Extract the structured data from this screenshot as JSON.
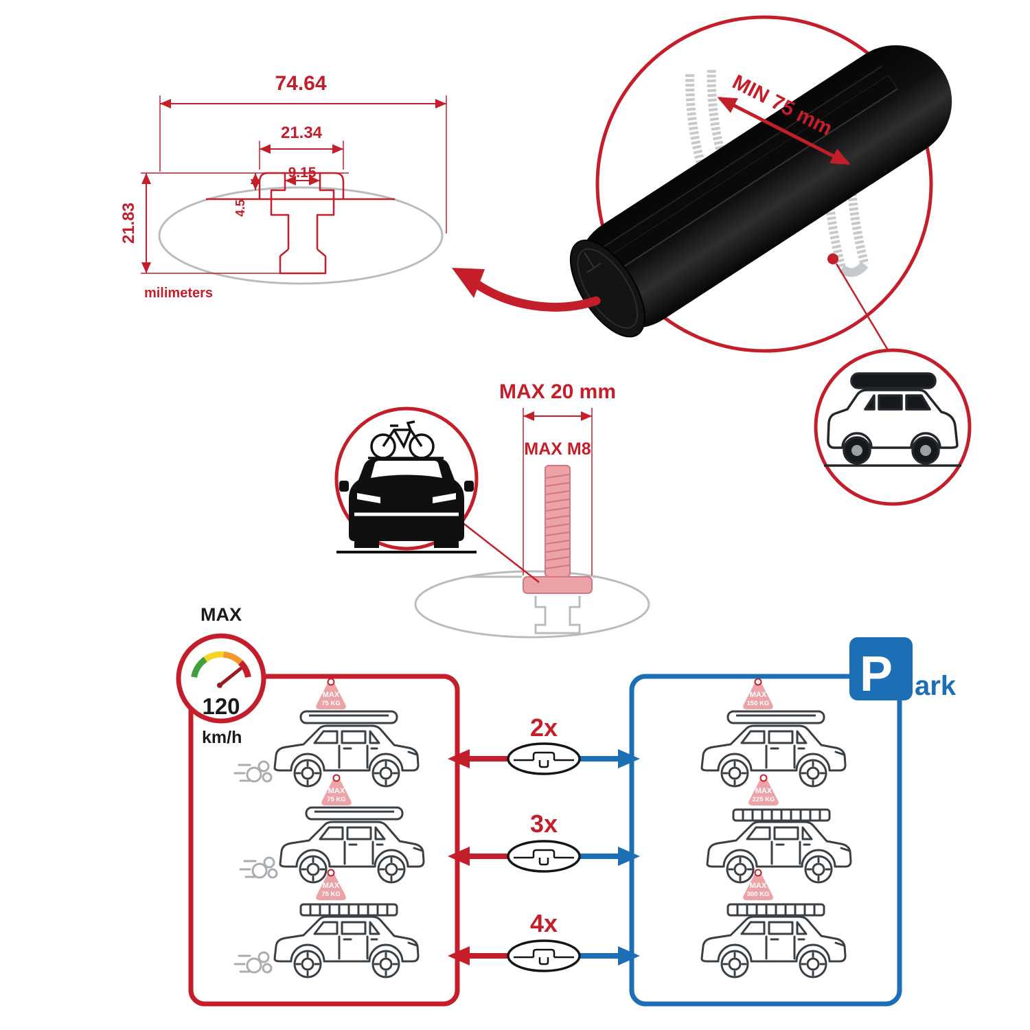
{
  "colors": {
    "accent_red": "#c41e2a",
    "accent_blue": "#1d6fb5",
    "tag_pink": "#eba3a8",
    "outline_grey": "#b9bcbe",
    "bar_black": "#111111"
  },
  "cross_section": {
    "total_width": "74.64",
    "channel_block_width": "21.34",
    "slot_opening_width": "9.15",
    "slot_depth": "4.5",
    "total_height": "21.83",
    "units_label": "milimeters"
  },
  "bar_detail": {
    "min_spacing_label": "MIN 75 mm"
  },
  "bolt": {
    "max_width_label": "MAX 20 mm",
    "thread_label": "MAX M8"
  },
  "speed": {
    "title": "MAX",
    "value": "120",
    "unit": "km/h"
  },
  "park_sign": {
    "letter": "P",
    "suffix": "ark"
  },
  "comparison": {
    "driving_rows": [
      {
        "tag_title": "MAX",
        "tag_value": "75 KG"
      },
      {
        "tag_title": "MAX",
        "tag_value": "75 KG"
      },
      {
        "tag_title": "MAX",
        "tag_value": "75 KG"
      }
    ],
    "bar_counts": [
      "2x",
      "3x",
      "4x"
    ],
    "parked_rows": [
      {
        "tag_title": "MAX",
        "tag_value": "150 KG"
      },
      {
        "tag_title": "MAX",
        "tag_value": "225 KG"
      },
      {
        "tag_title": "MAX",
        "tag_value": "300 KG"
      }
    ]
  }
}
